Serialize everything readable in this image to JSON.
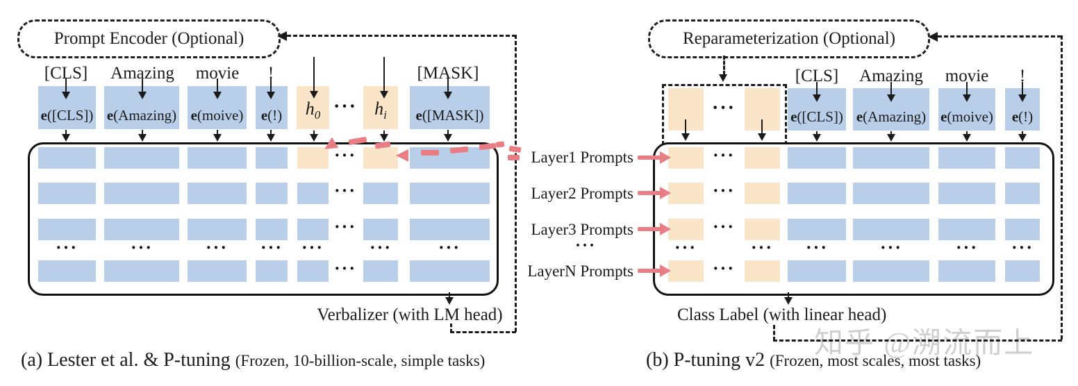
{
  "panel_a": {
    "encoder_label": "Prompt Encoder (Optional)",
    "tokens": {
      "cls": "[CLS]",
      "t1": "Amazing",
      "t2": "movie",
      "t3": "!",
      "mask": "[MASK]"
    },
    "embeddings": {
      "cls": {
        "pre": "e",
        "rest": "([CLS])"
      },
      "t1": {
        "pre": "e",
        "rest": "(Amazing)"
      },
      "t2": {
        "pre": "e",
        "rest": "(moive)"
      },
      "t3": {
        "pre": "e",
        "rest": "(!)"
      },
      "mask": {
        "pre": "e",
        "rest": "([MASK])"
      }
    },
    "prompt_tokens": {
      "h0": {
        "base": "h",
        "sub": "0"
      },
      "hi": {
        "base": "h",
        "sub": "i"
      }
    },
    "ellipsis": "···",
    "output_label": "Verbalizer (with LM head)",
    "caption": {
      "main": "(a) Lester et al. & P-tuning ",
      "sub": "(Frozen, 10-billion-scale, simple tasks)"
    }
  },
  "middle": {
    "layers": [
      "Layer1 Prompts",
      "Layer2 Prompts",
      "Layer3 Prompts",
      "LayerN Prompts"
    ],
    "ellipsis": "···"
  },
  "panel_b": {
    "encoder_label": "Reparameterization (Optional)",
    "tokens": {
      "cls": "[CLS]",
      "t1": "Amazing",
      "t2": "movie",
      "t3": "!"
    },
    "embeddings": {
      "cls": {
        "pre": "e",
        "rest": "([CLS])"
      },
      "t1": {
        "pre": "e",
        "rest": "(Amazing)"
      },
      "t2": {
        "pre": "e",
        "rest": "(moive)"
      },
      "t3": {
        "pre": "e",
        "rest": "(!)"
      }
    },
    "ellipsis": "···",
    "output_label": "Class Label (with linear head)",
    "caption": {
      "main": "(b) P-tuning v2 ",
      "sub": "(Frozen, most scales, most tasks)"
    }
  },
  "watermark": "知乎 @溯流而上",
  "colors": {
    "blue": "#b8cee9",
    "orange": "#fbe5c9",
    "pink": "#e87d84",
    "line": "#1a1a1a",
    "watermark": "#c4c4c4"
  }
}
